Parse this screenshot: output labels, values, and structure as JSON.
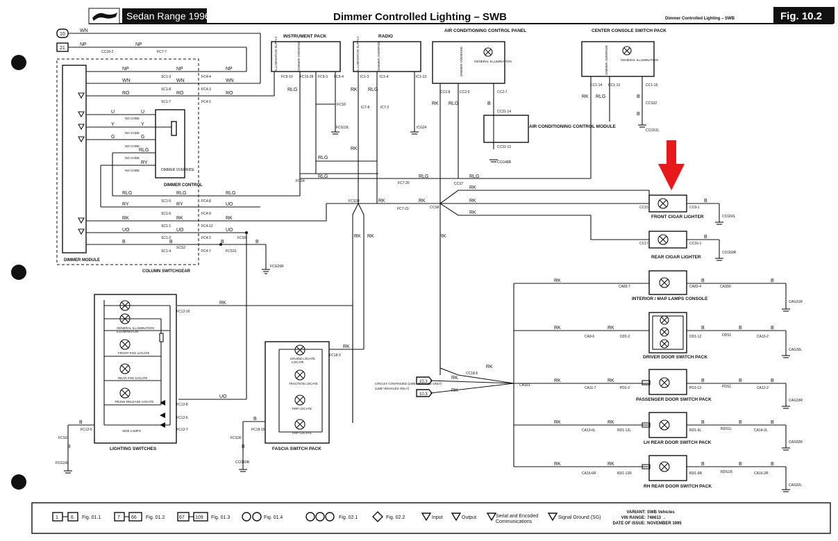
{
  "header": {
    "range": "Sedan Range 1996",
    "title": "Dimmer Controlled Lighting – SWB",
    "subtitle": "Dimmer Controlled Lighting – SWB",
    "fig": "Fig. 10.2"
  },
  "top_inputs": [
    {
      "num": "10",
      "wire": "WN"
    },
    {
      "num": "21",
      "wire": "NP",
      "conn": "CC18-2",
      "wire2": "NP",
      "conn2": "FC7-7"
    }
  ],
  "dimmer_module": {
    "label": "DIMMER MODULE",
    "rows": [
      "NP",
      "WN",
      "RO",
      "U",
      "Y",
      "G",
      "RLG",
      "RY",
      "RK",
      "UO",
      "B"
    ]
  },
  "column_switchgear": {
    "label": "COLUMN SWITCHGEAR",
    "dimmer_control": "DIMMER CONTROL",
    "dimmer_override": "DIMMER OVERRIDE",
    "no_code": "NO CODE",
    "pins": [
      "SC1-3",
      "SC1-8",
      "SC1-7",
      "SC1-5",
      "SC1-6",
      "SC1-1",
      "SC1-2",
      "SC1-4"
    ],
    "fc": [
      "FC4-4",
      "FC4-3",
      "FC4-1",
      "FC4-8",
      "FC4-9",
      "FC4-12",
      "FC4-2",
      "FC4-7"
    ],
    "scs2": "SCS2",
    "fcs5": "FCS5",
    "fcs31": "FCS31",
    "fcg26r": "FCG26R"
  },
  "instrument_pack": {
    "label": "INSTRUMENT PACK",
    "pins": [
      "ILLUMINATION SUPPLY",
      "DIMMER OVERRIDE"
    ],
    "conn": [
      "FC9-10",
      "FC15-28",
      "FC9-3",
      "FC9-4"
    ],
    "fcs9": "FCS9",
    "fcg15l": "FCG15L"
  },
  "radio": {
    "label": "RADIO",
    "pins": [
      "ILLUMINATION SUPPLY",
      "DIMMER OVERRIDE"
    ],
    "conn": [
      "IC1-3",
      "IC1-4",
      "IC1-13",
      "IC7-8",
      "IC7-2"
    ],
    "icg24": "ICG24"
  },
  "ac_panel": {
    "label": "AIR CONDITIONING CONTROL PANEL",
    "inner": [
      "DIMMER OVERRIDE",
      "GENERAL ILLUMINATION"
    ],
    "conn": [
      "CC2-8",
      "CC2-9",
      "CC2-7"
    ]
  },
  "ac_module": {
    "label": "AIR CONDITIONING CONTROL MODULE",
    "conn": [
      "CC31-14",
      "CC31-13"
    ],
    "ground": "CCG48R"
  },
  "center_console": {
    "label": "CENTER CONSOLE SWITCH PACK",
    "inner": [
      "DIMMER OVERRIDE",
      "GENERAL ILLUMINATION"
    ],
    "conn": [
      "CC1-14",
      "CC1-12",
      "CC1-15"
    ],
    "ccs32": "CCS32",
    "ccg51l": "CCG51L"
  },
  "splices": {
    "fcs4": "FCS4",
    "fc7_20": "FC7-20",
    "ccs7": "CCS7",
    "fcs20": "FCS20",
    "fc7_21": "FC7-21",
    "ccs8": "CCS8",
    "cc18_6": "CC18-6",
    "cas51": "CAS51"
  },
  "front_cigar": {
    "label": "FRONT CIGAR LIGHTER",
    "left": "CC15",
    "right": "CC9-1",
    "ground": "CCG50L"
  },
  "rear_cigar": {
    "label": "REAR CIGAR LIGHTER",
    "left": "CC17",
    "right": "CC16-1",
    "ground": "CCG50R"
  },
  "interior_lamps": {
    "label": "INTERIOR / MAP LAMPS CONSOLE",
    "left": "CA83-7",
    "right": "CA83-4",
    "splice": "CAS56",
    "ground": "CAG31R"
  },
  "driver_door": {
    "label": "DRIVER DOOR SWITCH PACK",
    "c1": "CA9-6",
    "c2": "DD1-2",
    "c3": "DD1-12",
    "s": "DDS1",
    "c4": "CA10-2",
    "ground": "CAG30L"
  },
  "passenger_door": {
    "label": "PASSENGER DOOR SWITCH PACK",
    "c1": "CA11-7",
    "c2": "PD1-2",
    "c3": "PD1-13",
    "s": "PDS1",
    "c4": "CA12-2",
    "ground": "CAG33R"
  },
  "lh_rear_door": {
    "label": "LH REAR DOOR SWITCH PACK",
    "c1": "CA13-6L",
    "c2": "RD1-12L",
    "c3": "RD1-9L",
    "s": "RDS1L",
    "c4": "CA14-2L",
    "ground": "CAG92R"
  },
  "rh_rear_door": {
    "label": "RH REAR DOOR SWITCH PACK",
    "c1": "CA15-6R",
    "c2": "RD1-12R",
    "c3": "RD1-9R",
    "s": "RDS1R",
    "c4": "CA16-2R",
    "ground": "CAG92L"
  },
  "circuit_note": "CIRCUIT CONTINUED (LWB VEHICLES ONLY)",
  "refs": [
    "10.3",
    "10.3"
  ],
  "lighting_switches": {
    "label": "LIGHTING SWITCHES",
    "items": [
      "GENERAL ILLUMINATION",
      "FRONT FOG LOCATE",
      "REAR FOG LOCATE",
      "TRUNK RELEASE LOCATE",
      "SIDE LAMPS"
    ],
    "conn": [
      "FC12-16",
      "FC12-8",
      "FC12-6",
      "FC12-7",
      "FC12-5"
    ],
    "splice": "FCS9",
    "ground": "FCG16L"
  },
  "fascia_pack": {
    "label": "FASCIA SWITCH PACK",
    "items": [
      "CRUISE LOCATE",
      "TRACTION LOCATE",
      "TRIP LOCATE",
      "TRIP LOCATE"
    ],
    "conn": [
      "FC18-3",
      "FC18-15"
    ],
    "splice": "FCS30",
    "ground": "CCG50R"
  },
  "legend": {
    "r1a": "1",
    "r1b": "6",
    "r1fig": "Fig. 01.1",
    "r2a": "7",
    "r2b": "66",
    "r2fig": "Fig. 01.2",
    "r3a": "67",
    "r3b": "109",
    "r3fig": "Fig. 01.3",
    "r4fig": "Fig. 01.4",
    "r5fig": "Fig. 02.1",
    "r6fig": "Fig. 02.2",
    "input": "Input",
    "output": "Output",
    "serial": "Serial and Encoded",
    "serial2": "Communications",
    "signal": "Signal Ground (SG)",
    "variant_k": "VARIANT:",
    "variant_v": "SWB Vehicles",
    "vin_k": "VIN RANGE:",
    "vin_v": "746613 →",
    "date_k": "DATE OF ISSUE:",
    "date_v": "NOVEMBER 1995"
  },
  "colors": {
    "ink": "#111111",
    "arrow": "#e8191b",
    "header_bg": "#111111"
  }
}
